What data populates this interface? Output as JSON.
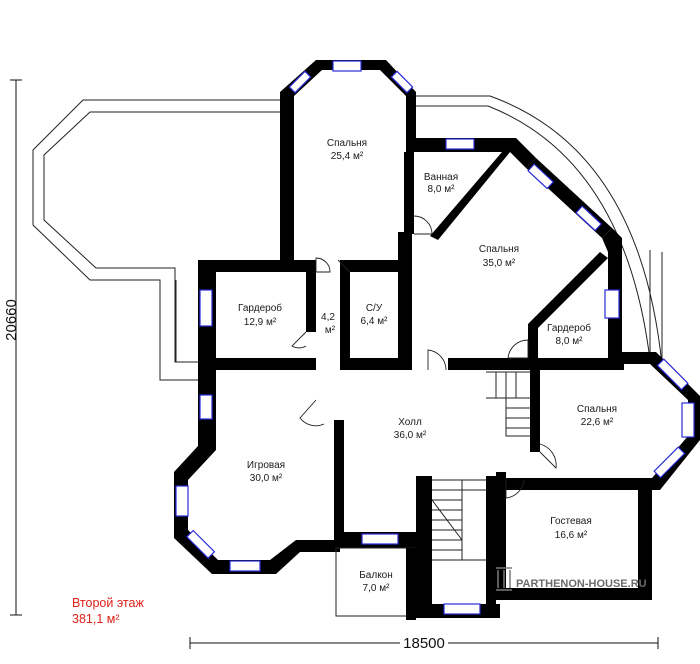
{
  "dimensions": {
    "height_label": "20660",
    "width_label": "18500"
  },
  "floor": {
    "title": "Второй этаж",
    "area": "381,1 м²"
  },
  "watermark": "PARTHENON-HOUSE.RU",
  "rooms": [
    {
      "id": "bedroom-top",
      "name": "Спальня",
      "area": "25,4 м²"
    },
    {
      "id": "bathroom",
      "name": "Ванная",
      "area": "8,0 м²"
    },
    {
      "id": "bedroom-large",
      "name": "Спальня",
      "area": "35,0 м²"
    },
    {
      "id": "wardrobe-left",
      "name": "Гардероб",
      "area": "12,9 м²"
    },
    {
      "id": "corridor",
      "name": "4,2",
      "area": "м²"
    },
    {
      "id": "wc",
      "name": "С/У",
      "area": "6,4 м²"
    },
    {
      "id": "wardrobe-right",
      "name": "Гардероб",
      "area": "8,0 м²"
    },
    {
      "id": "hall",
      "name": "Холл",
      "area": "36,0 м²"
    },
    {
      "id": "bedroom-right",
      "name": "Спальня",
      "area": "22,6 м²"
    },
    {
      "id": "playroom",
      "name": "Игровая",
      "area": "30,0 м²"
    },
    {
      "id": "guest",
      "name": "Гостевая",
      "area": "16,6 м²"
    },
    {
      "id": "balcony",
      "name": "Балкон",
      "area": "7,0 м²"
    }
  ],
  "colors": {
    "wall": "#000000",
    "window": "#2a2ad8",
    "floor_label": "#e0211a",
    "watermark": "#6b6b6b"
  }
}
